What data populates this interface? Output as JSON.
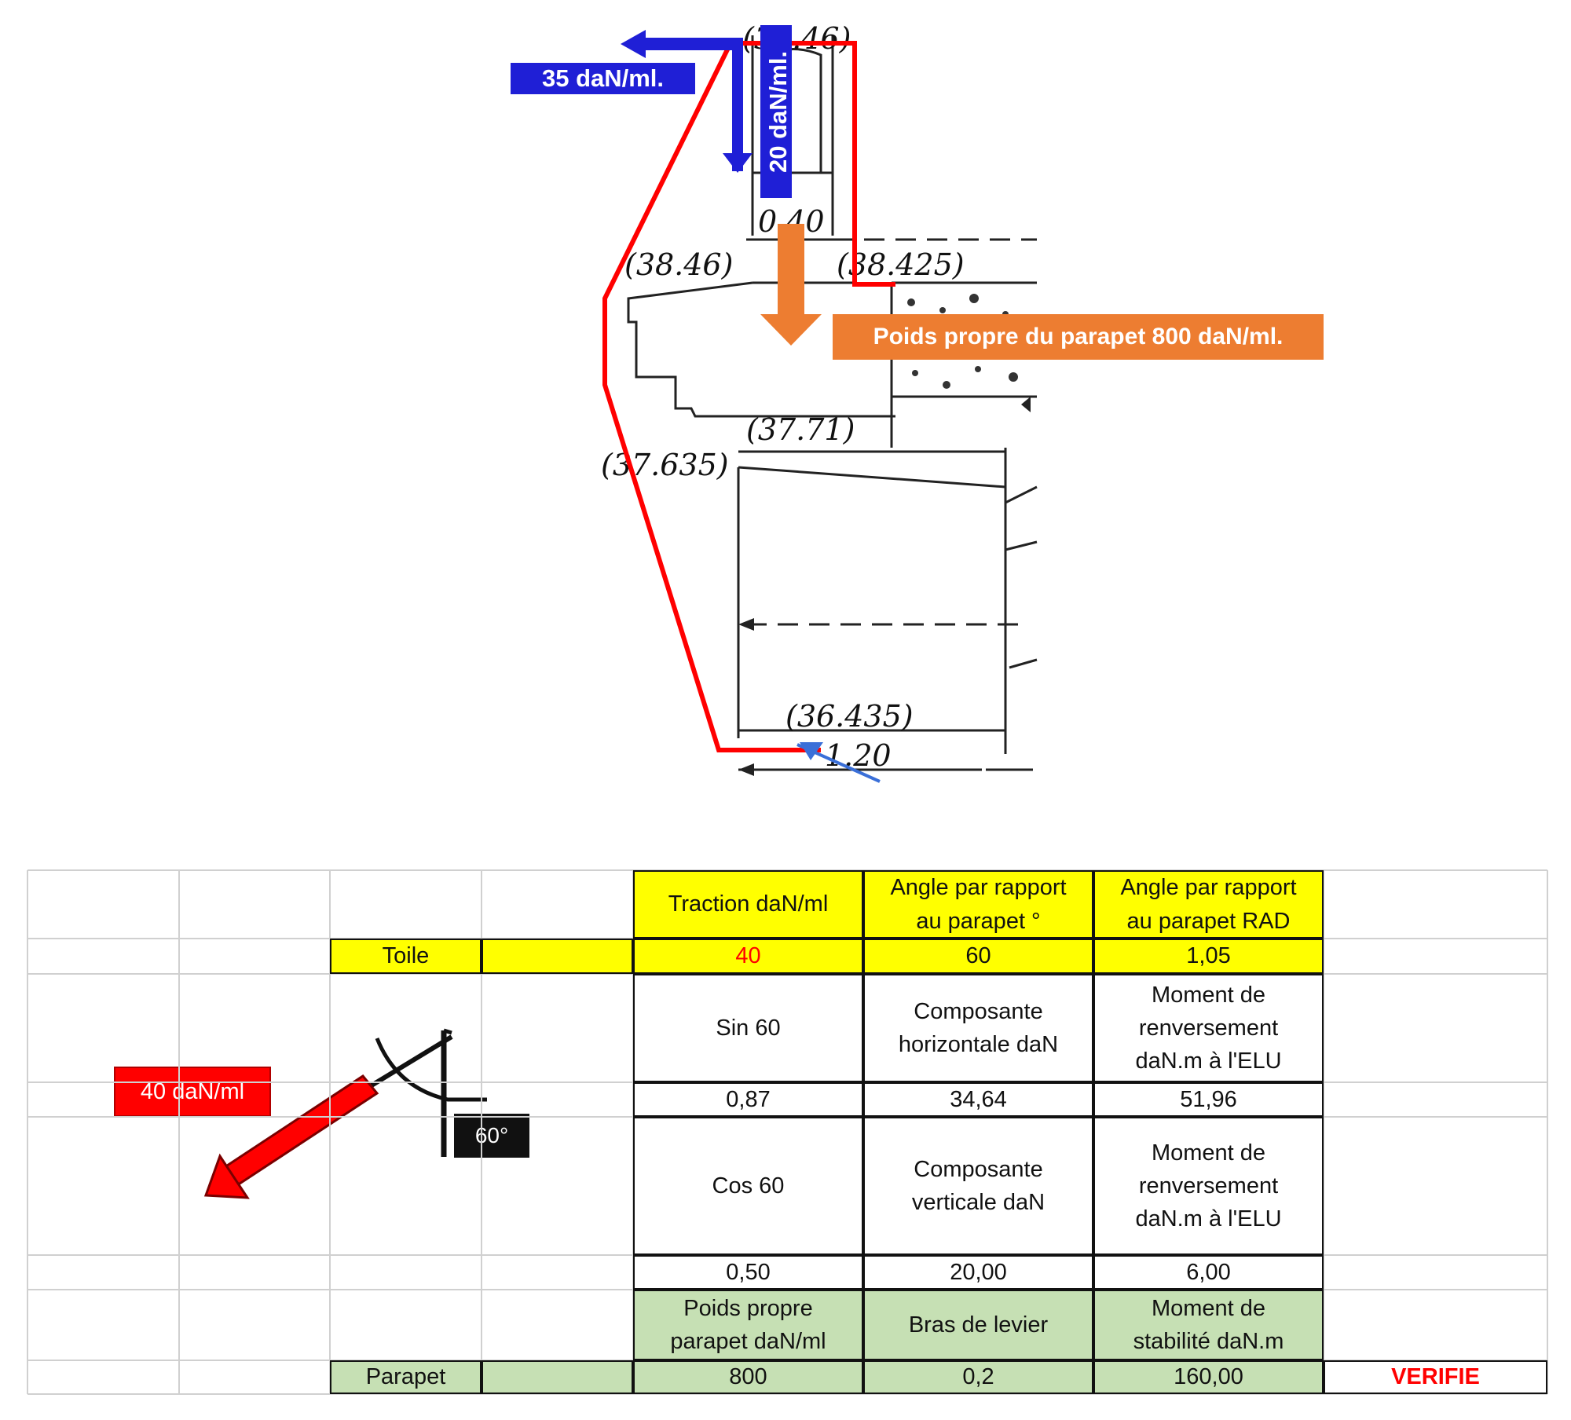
{
  "diagram": {
    "loads": {
      "horizontal": "35 daN/ml.",
      "vertical": "20 daN/ml.",
      "self_weight": "Poids propre du parapet 800 daN/ml.",
      "tension": "40 daN/ml",
      "angle": "60°"
    },
    "elevations": {
      "top": "(38.46)",
      "top_left": "(38.46)",
      "top_right": "(38.425)",
      "mid_right": "(37.71)",
      "mid_left": "(37.635)",
      "bottom": "(36.435)"
    },
    "dimensions": {
      "width_top": "0.40",
      "width_bottom": "1.20"
    },
    "colors": {
      "load_blue": "#1f1fd6",
      "weight_orange": "#ed7d31",
      "tension_red": "#ff0000",
      "table_yellow": "#ffff00",
      "table_green": "#c6e0b4"
    }
  },
  "table": {
    "header": {
      "traction": "Traction daN/ml",
      "angle_deg_line1": "Angle par rapport",
      "angle_deg_line2": "au parapet °",
      "angle_rad_line1": "Angle par rapport",
      "angle_rad_line2": "au parapet RAD"
    },
    "toile": {
      "label": "Toile",
      "traction": "40",
      "angle_deg": "60",
      "angle_rad": "1,05"
    },
    "sin_block": {
      "label": "Sin 60",
      "component_line1": "Composante",
      "component_line2": "horizontale daN",
      "moment_line1": "Moment de",
      "moment_line2": "renversement",
      "moment_line3": "daN.m à l'ELU",
      "value": "0,87",
      "component_value": "34,64",
      "moment_value": "51,96"
    },
    "cos_block": {
      "label": "Cos 60",
      "component_line1": "Composante",
      "component_line2": "verticale daN",
      "moment_line1": "Moment de",
      "moment_line2": "renversement",
      "moment_line3": "daN.m à l'ELU",
      "value": "0,50",
      "component_value": "20,00",
      "moment_value": "6,00"
    },
    "stability_header": {
      "weight_line1": "Poids propre",
      "weight_line2": "parapet daN/ml",
      "lever": "Bras de levier",
      "moment_line1": "Moment de",
      "moment_line2": "stabilité daN.m"
    },
    "parapet": {
      "label": "Parapet",
      "weight": "800",
      "lever": "0,2",
      "moment": "160,00",
      "status": "VERIFIE"
    }
  }
}
